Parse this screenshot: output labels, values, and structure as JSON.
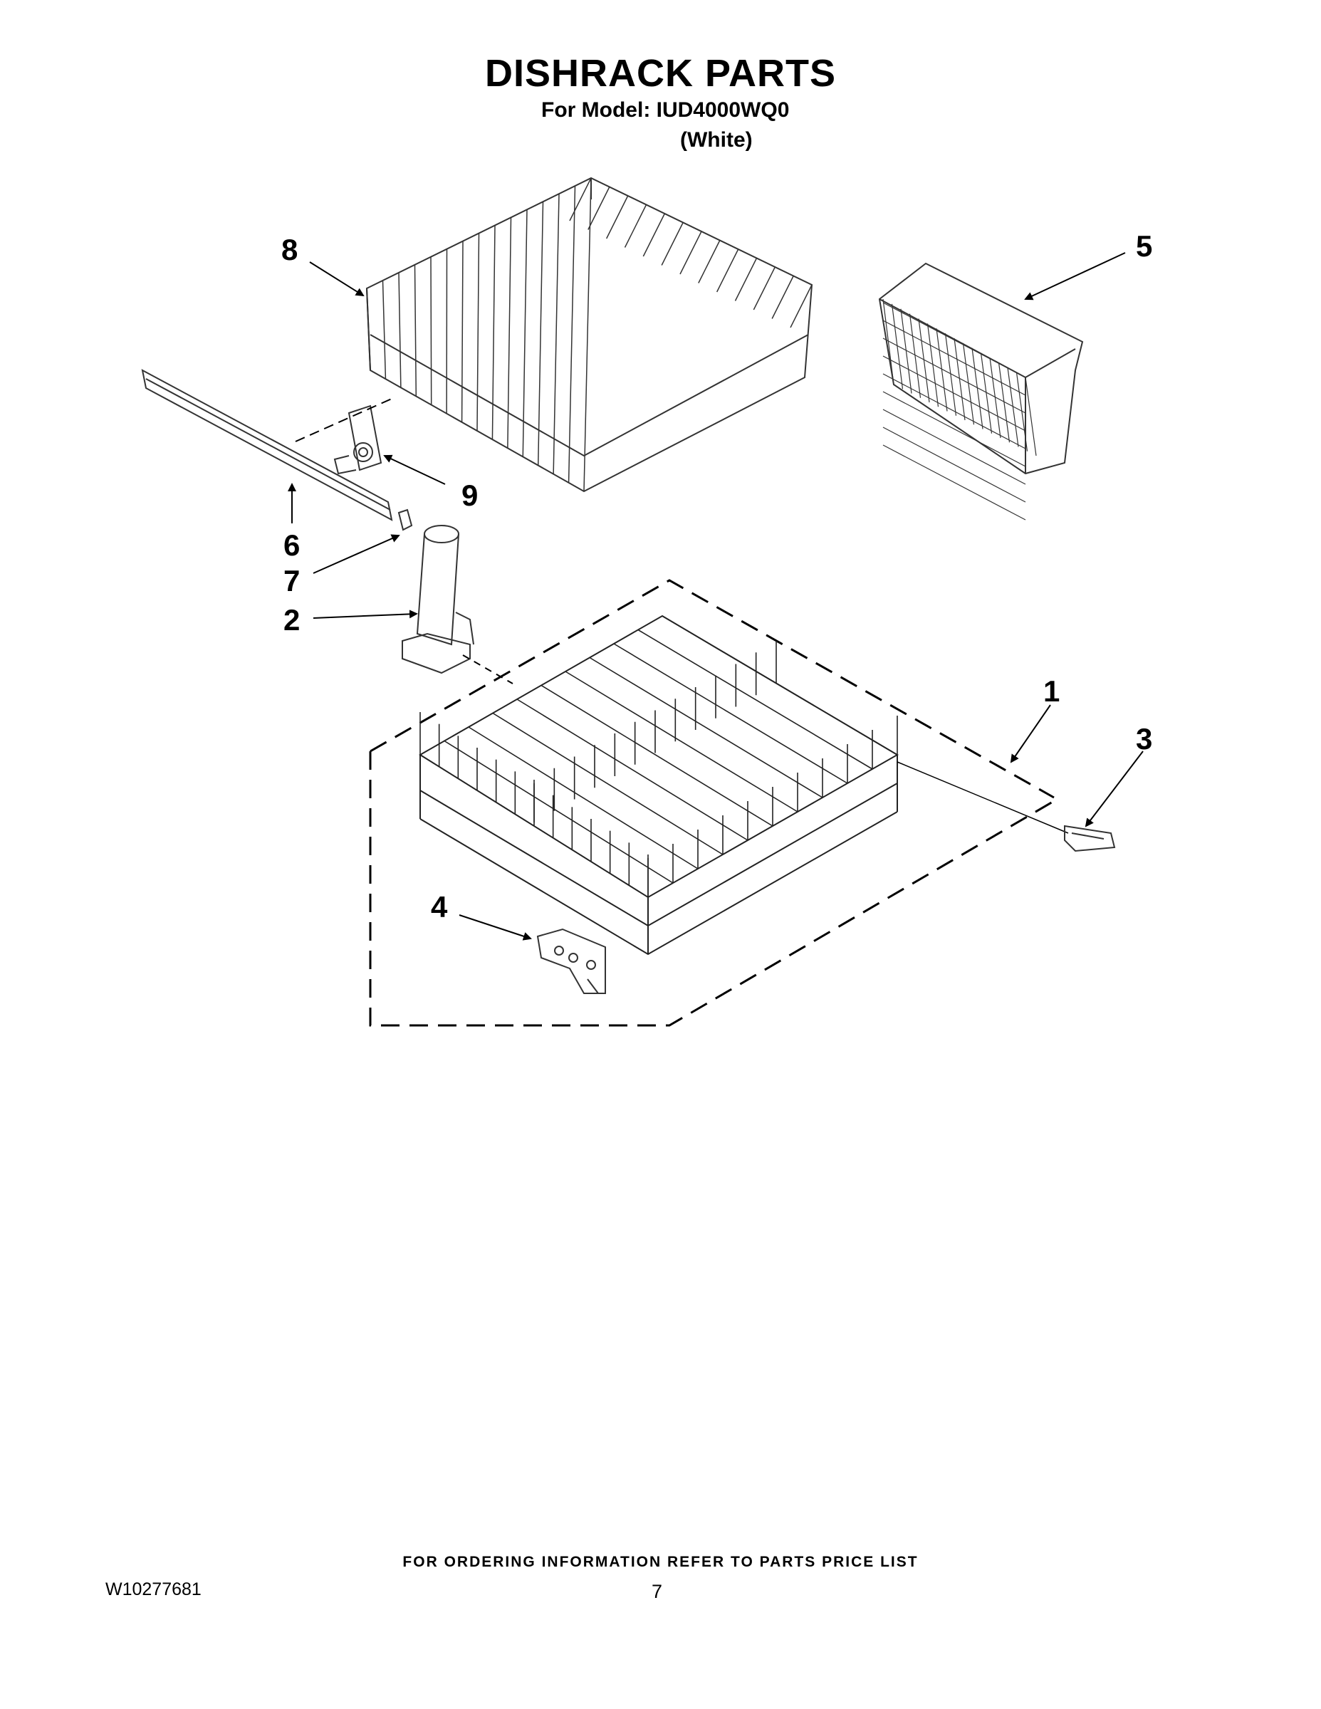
{
  "header": {
    "title": "DISHRACK PARTS",
    "model_line": "For Model: IUD4000WQ0",
    "color_line": "(White)"
  },
  "callouts": [
    "8",
    "5",
    "9",
    "6",
    "7",
    "2",
    "1",
    "3",
    "4"
  ],
  "footer": {
    "note": "FOR ORDERING INFORMATION REFER TO PARTS PRICE LIST",
    "doc_number": "W10277681",
    "page_number": "7"
  }
}
